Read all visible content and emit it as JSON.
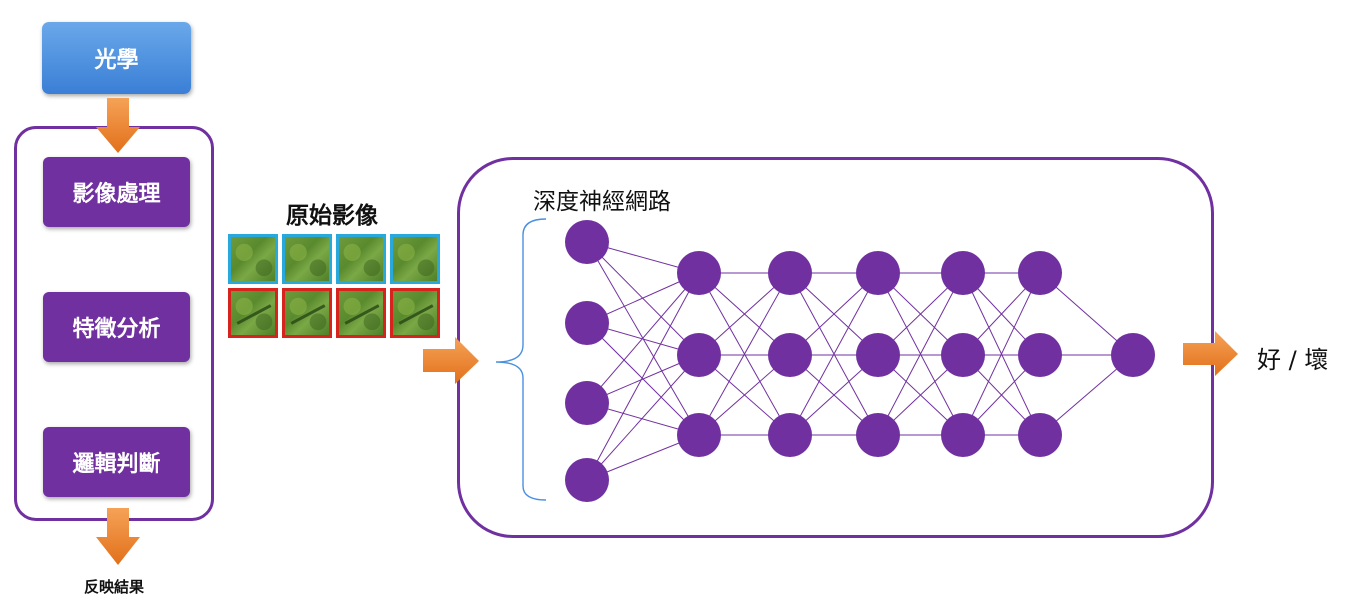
{
  "top_box": {
    "label": "光學"
  },
  "steps": [
    {
      "label": "影像處理"
    },
    {
      "label": "特徵分析"
    },
    {
      "label": "邏輯判斷"
    }
  ],
  "bottom_label": "反映結果",
  "raw_images": {
    "title": "原始影像",
    "rows": [
      {
        "frame_color": "#29a8dc",
        "count": 4
      },
      {
        "frame_color": "#d6231e",
        "count": 4
      }
    ]
  },
  "network": {
    "title": "深度神經網路",
    "layer_sizes": [
      4,
      3,
      3,
      3,
      3,
      3,
      1
    ]
  },
  "output_label": "好 / 壞",
  "colors": {
    "purple": "#7030a0",
    "blue": "#4a90e2",
    "arrow_orange": "#f07f28"
  }
}
